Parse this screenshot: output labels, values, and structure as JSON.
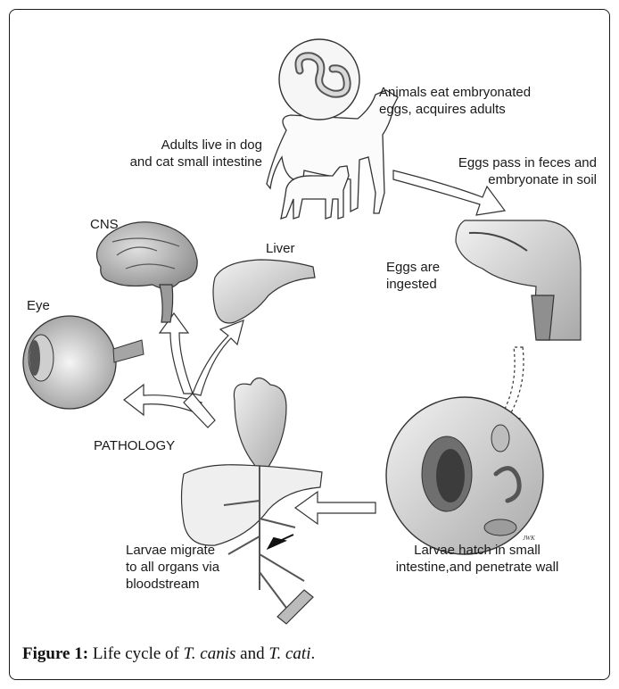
{
  "labels": {
    "animals_eat": "Animals eat embryonated\neggs, acquires adults",
    "adults_live": "Adults live in dog\nand cat small intestine",
    "eggs_pass": "Eggs pass in feces and\nembryonate in soil",
    "eggs_ingested": "Eggs are\ningested",
    "cns": "CNS",
    "liver": "Liver",
    "eye": "Eye",
    "pathology": "PATHOLOGY",
    "larvae_migrate": "Larvae migrate\nto all organs via\nbloodstream",
    "larvae_hatch": "Larvae hatch in small\nintestine,and penetrate wall",
    "artist_signature": "JWK"
  },
  "caption": {
    "prefix": "Figure 1:",
    "text1": " Life cycle of ",
    "species1": "T. canis",
    "text2": " and ",
    "species2": "T. cati",
    "text3": "."
  }
}
